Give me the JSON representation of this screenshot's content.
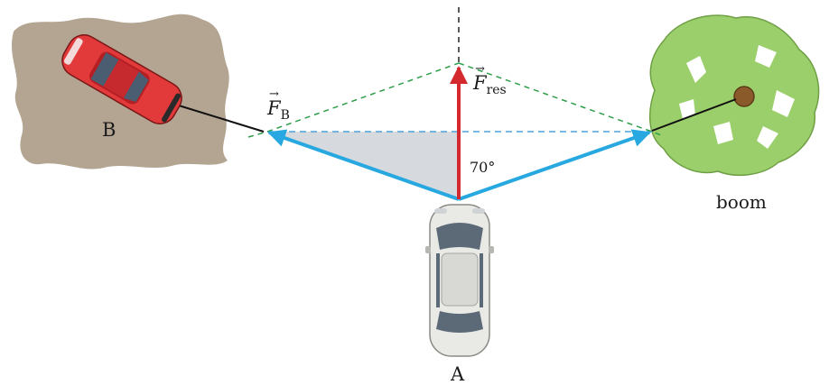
{
  "labels": {
    "car_b": "B",
    "car_a": "A",
    "tree": "boom",
    "angle": "70°",
    "force_b_symbol": "F",
    "force_b_subscript": "B",
    "force_res_symbol": "F",
    "force_res_subscript": "res",
    "vector_arrow": "→"
  },
  "colors": {
    "resultant_arrow": "#d42a2f",
    "component_arrows": "#27a8e0",
    "construction_green": "#2f9e4b",
    "construction_blue": "#4aa3d8",
    "shaded_triangle": "#d6d9dd",
    "mud_patch": "#b3a592",
    "tree_foliage": "#9bcf6b",
    "car_b_body": "#e23a3a",
    "car_a_body": "#e9e9e6"
  },
  "icons": [
    "red-car-icon",
    "white-car-icon",
    "tree-icon"
  ]
}
